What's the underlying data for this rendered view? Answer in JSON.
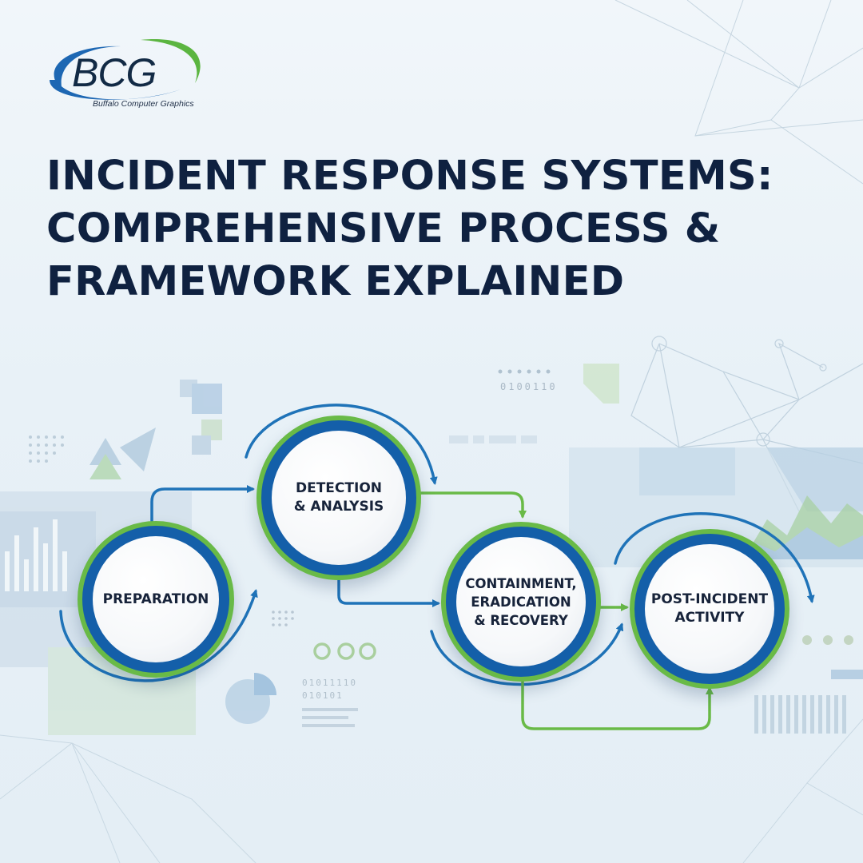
{
  "brand": {
    "logo_text": "BCG",
    "logo_subtitle": "Buffalo Computer Graphics"
  },
  "title": {
    "line1": "INCIDENT RESPONSE SYSTEMS:",
    "line2": "COMPREHENSIVE PROCESS &",
    "line3": "FRAMEWORK EXPLAINED"
  },
  "process": {
    "steps": [
      {
        "id": "preparation",
        "label": "PREPARATION"
      },
      {
        "id": "detection-analysis",
        "label": "DETECTION\n& ANALYSIS"
      },
      {
        "id": "containment",
        "label": "CONTAINMENT,\nERADICATION\n& RECOVERY"
      },
      {
        "id": "post-incident",
        "label": "POST-INCIDENT\nACTIVITY"
      }
    ]
  },
  "decor": {
    "binary_top": "0100110",
    "binary_bottom_1": "01011110",
    "binary_bottom_2": "010101"
  },
  "colors": {
    "primary_blue": "#145fa9",
    "arrow_blue": "#1f73b8",
    "accent_green": "#69ba47",
    "title_navy": "#0f2140"
  }
}
